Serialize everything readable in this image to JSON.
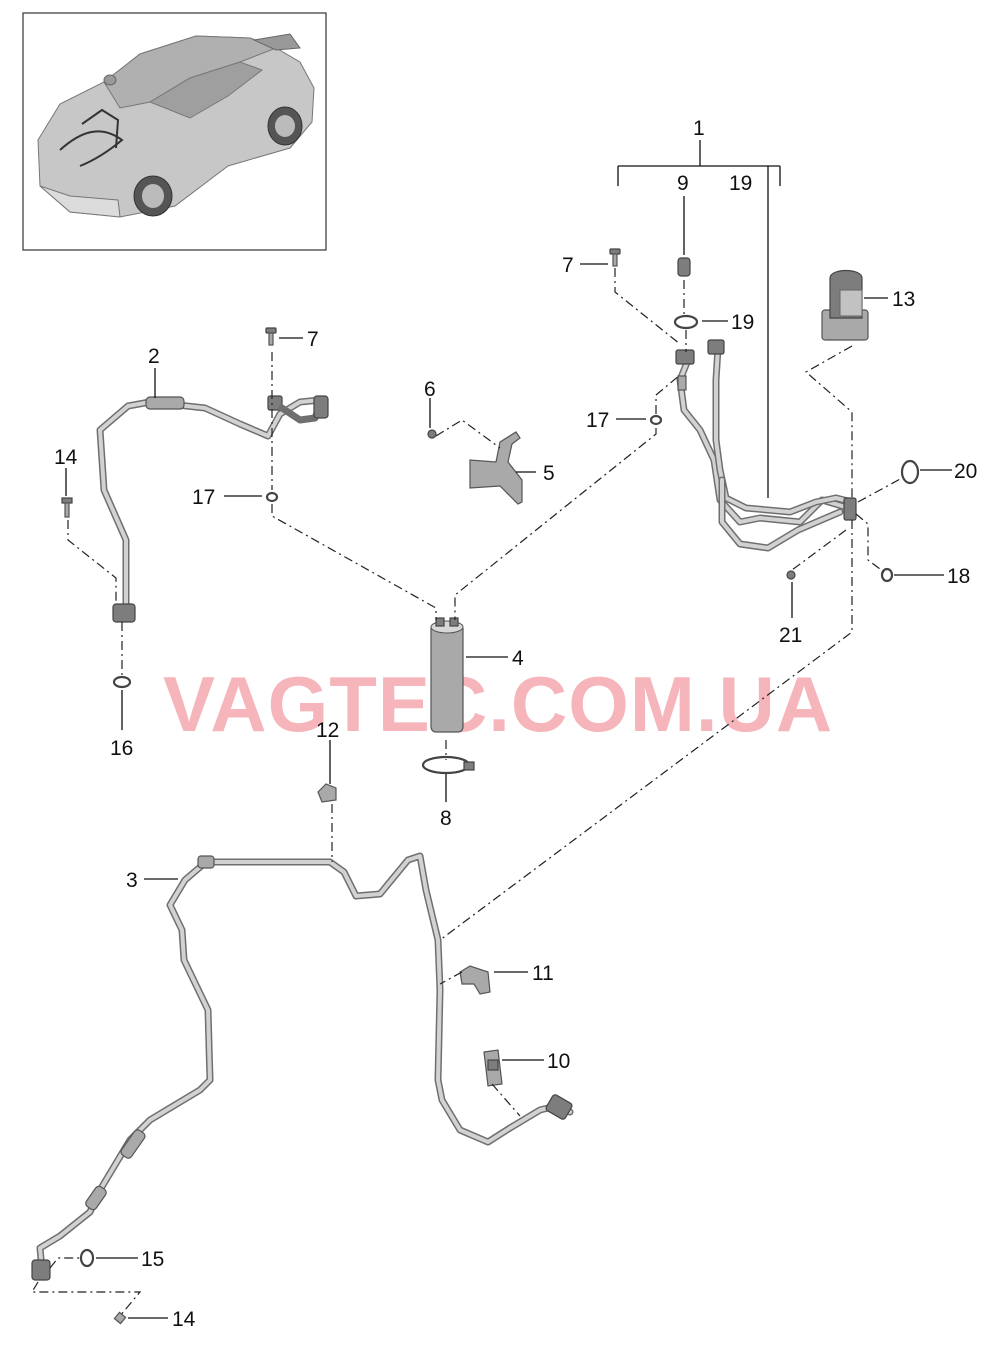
{
  "watermark": "VAGTEC.COM.UA",
  "callouts": {
    "c1": "1",
    "c1_sub_9": "9",
    "c1_sub_19": "19",
    "c2": "2",
    "c3": "3",
    "c4": "4",
    "c5": "5",
    "c6": "6",
    "c7a": "7",
    "c7b": "7",
    "c8": "8",
    "c9": "9",
    "c10": "10",
    "c11": "11",
    "c12": "12",
    "c13": "13",
    "c14a": "14",
    "c14b": "14",
    "c15": "15",
    "c16": "16",
    "c17a": "17",
    "c17b": "17",
    "c18": "18",
    "c19": "19",
    "c20": "20",
    "c21": "21"
  },
  "colors": {
    "pipe": "#6f6f6f",
    "part": "#a9a9a9",
    "watermark": "#f2a3a9"
  }
}
